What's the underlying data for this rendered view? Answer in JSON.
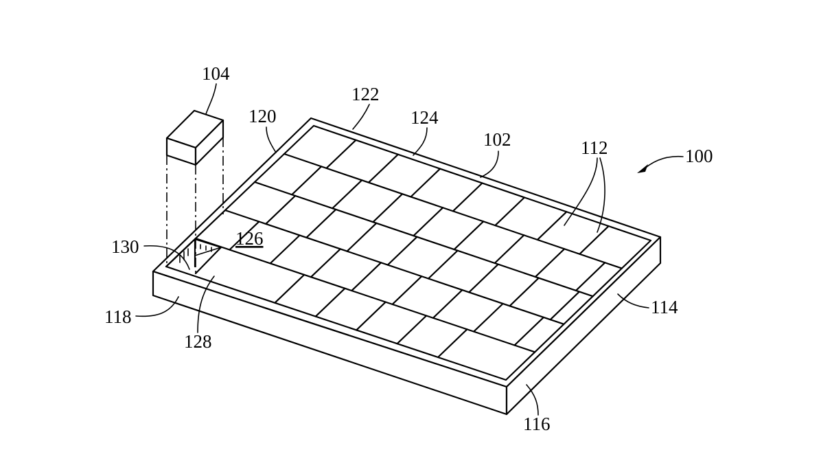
{
  "figure": {
    "labels": {
      "l100": "100",
      "l102": "102",
      "l104": "104",
      "l112": "112",
      "l114": "114",
      "l116": "116",
      "l118": "118",
      "l120": "120",
      "l122": "122",
      "l124": "124",
      "l126": "126",
      "l128": "128",
      "l130": "130"
    },
    "keyboard": {
      "rows": [
        [
          0,
          0.125,
          0.25,
          0.375,
          0.5,
          0.625,
          0.75,
          0.875,
          1
        ],
        [
          0.11,
          0.23,
          0.35,
          0.47,
          0.59,
          0.71,
          0.83,
          0.95
        ],
        [
          0.12,
          0.24,
          0.36,
          0.48,
          0.6,
          0.72,
          0.84,
          0.96
        ],
        [
          0.1,
          0.22,
          0.34,
          0.46,
          0.58,
          0.7,
          0.82,
          0.94
        ],
        [
          0.32,
          0.44,
          0.56,
          0.68,
          0.8
        ]
      ]
    }
  }
}
